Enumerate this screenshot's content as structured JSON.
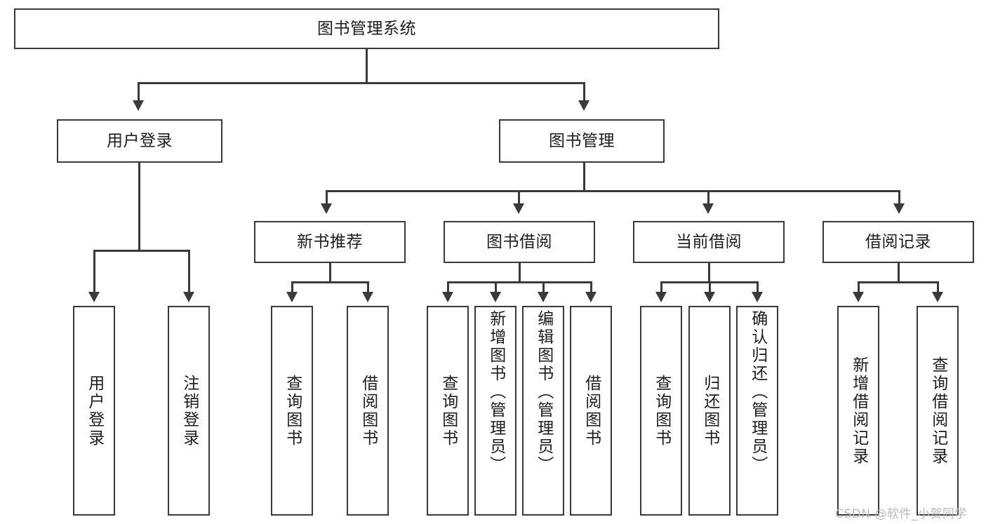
{
  "diagram": {
    "type": "tree-hierarchy",
    "title": "图书管理系统",
    "root": {
      "label": "图书管理系统"
    },
    "level2": [
      {
        "label": "用户登录"
      },
      {
        "label": "图书管理"
      }
    ],
    "level3": [
      {
        "label": "新书推荐"
      },
      {
        "label": "图书借阅"
      },
      {
        "label": "当前借阅"
      },
      {
        "label": "借阅记录"
      }
    ],
    "leaves": {
      "user_login": [
        {
          "label": "用户登录"
        },
        {
          "label": "注销登录"
        }
      ],
      "new_book_recommend": [
        {
          "label": "查询图书"
        },
        {
          "label": "借阅图书"
        }
      ],
      "book_borrow": [
        {
          "label": "查询图书"
        },
        {
          "label": "新增图书（管理员）"
        },
        {
          "label": "编辑图书（管理员）"
        },
        {
          "label": "借阅图书"
        }
      ],
      "current_borrow": [
        {
          "label": "查询图书"
        },
        {
          "label": "归还图书"
        },
        {
          "label": "确认归还（管理员）"
        }
      ],
      "borrow_record": [
        {
          "label": "新增借阅记录"
        },
        {
          "label": "查询借阅记录"
        }
      ]
    },
    "colors": {
      "stroke": "#3a3a3a",
      "fill": "#ffffff",
      "text": "#1d1d1d",
      "watermark": "#b9b9b9"
    }
  },
  "watermark": {
    "text": "CSDN @软件_小贺同学"
  }
}
